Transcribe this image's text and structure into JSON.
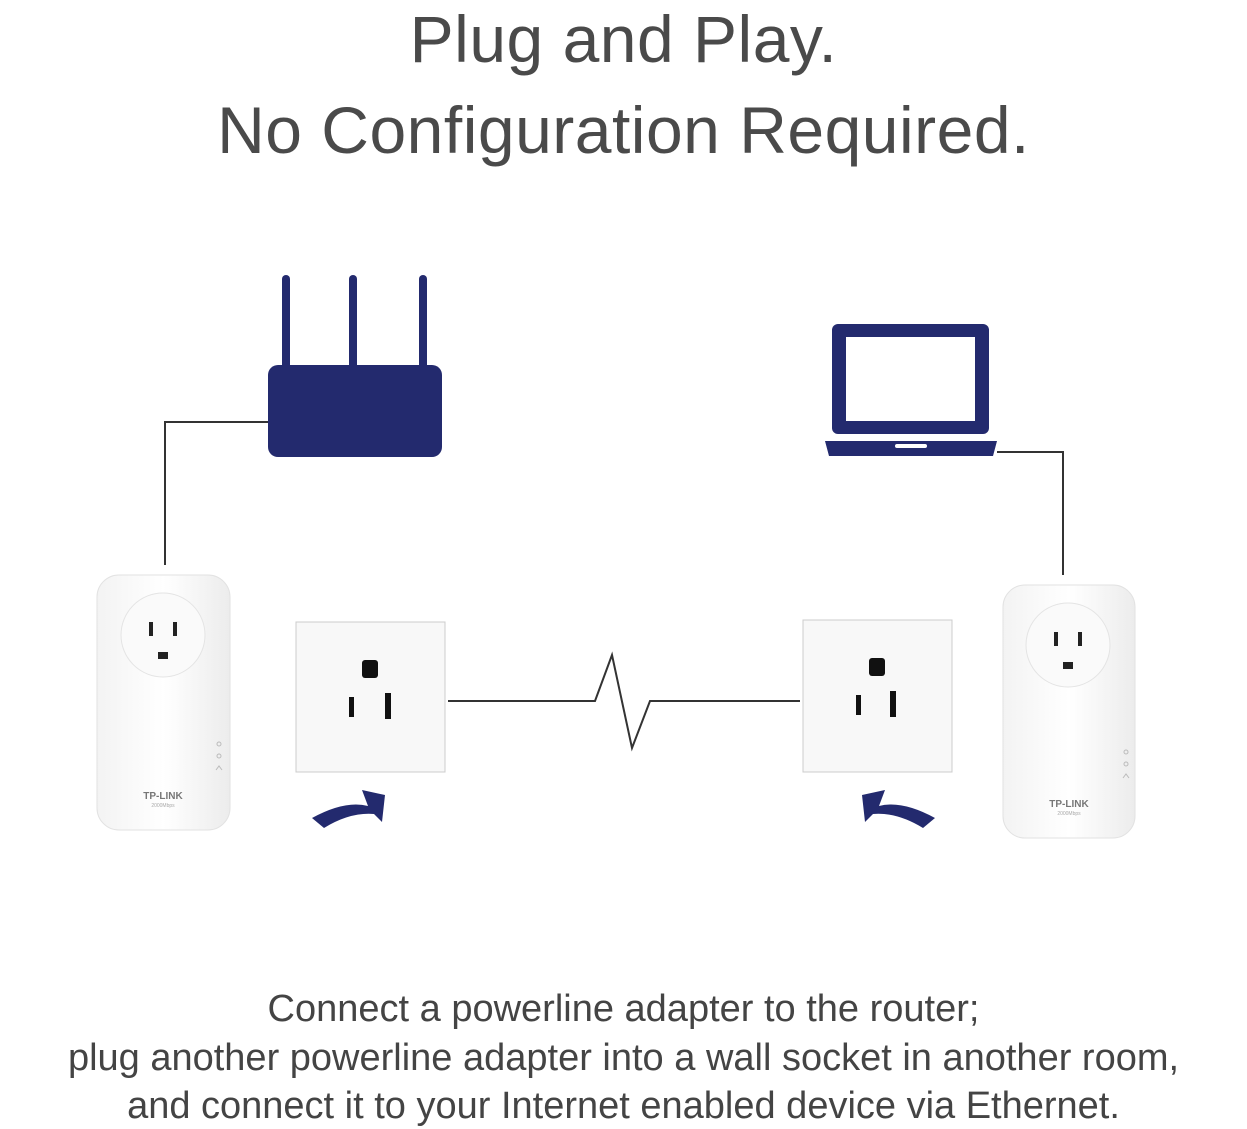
{
  "title": {
    "line1": "Plug and Play.",
    "line2": "No Configuration Required."
  },
  "adapter": {
    "brand": "TP-LINK",
    "speed": "2000Mbps"
  },
  "caption": {
    "line1": "Connect a powerline adapter to the router;",
    "line2": "plug another powerline adapter into a wall socket in another room,",
    "line3": "and connect it to your Internet enabled device via Ethernet."
  },
  "colors": {
    "navy": "#232a6e",
    "text": "#444444",
    "line": "#333333"
  }
}
